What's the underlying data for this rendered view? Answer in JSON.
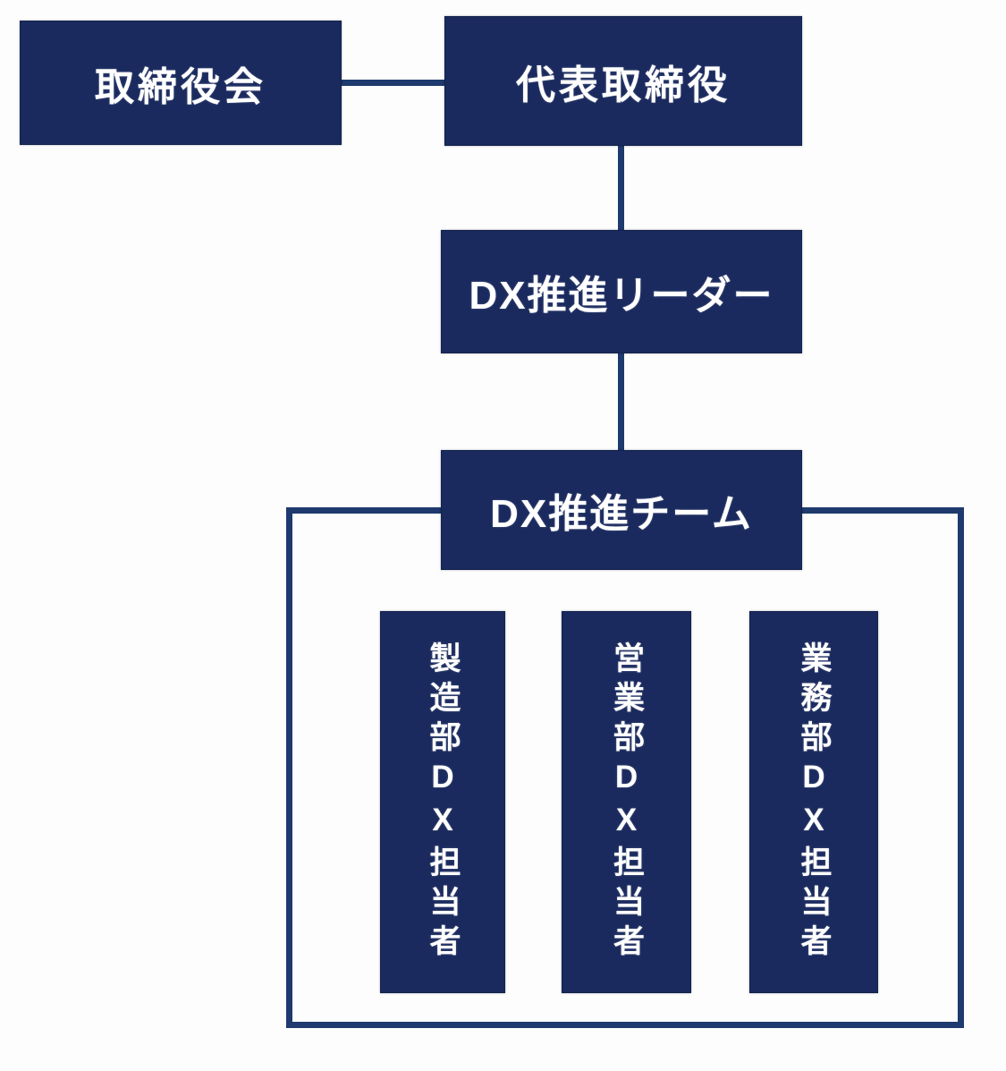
{
  "colors": {
    "node_fill": "#1a2a5e",
    "node_border": "#13224c",
    "connector": "#1e3a6e",
    "text": "#ffffff",
    "background": "#fdfdfd"
  },
  "org_chart": {
    "type": "org-hierarchy-diagram",
    "board": "取締役会",
    "representative_director": "代表取締役",
    "dx_leader": "DX推進リーダー",
    "dx_team": "DX推進チーム",
    "members": [
      "製造部DX担当者",
      "営業部DX担当者",
      "業務部DX担当者"
    ]
  }
}
